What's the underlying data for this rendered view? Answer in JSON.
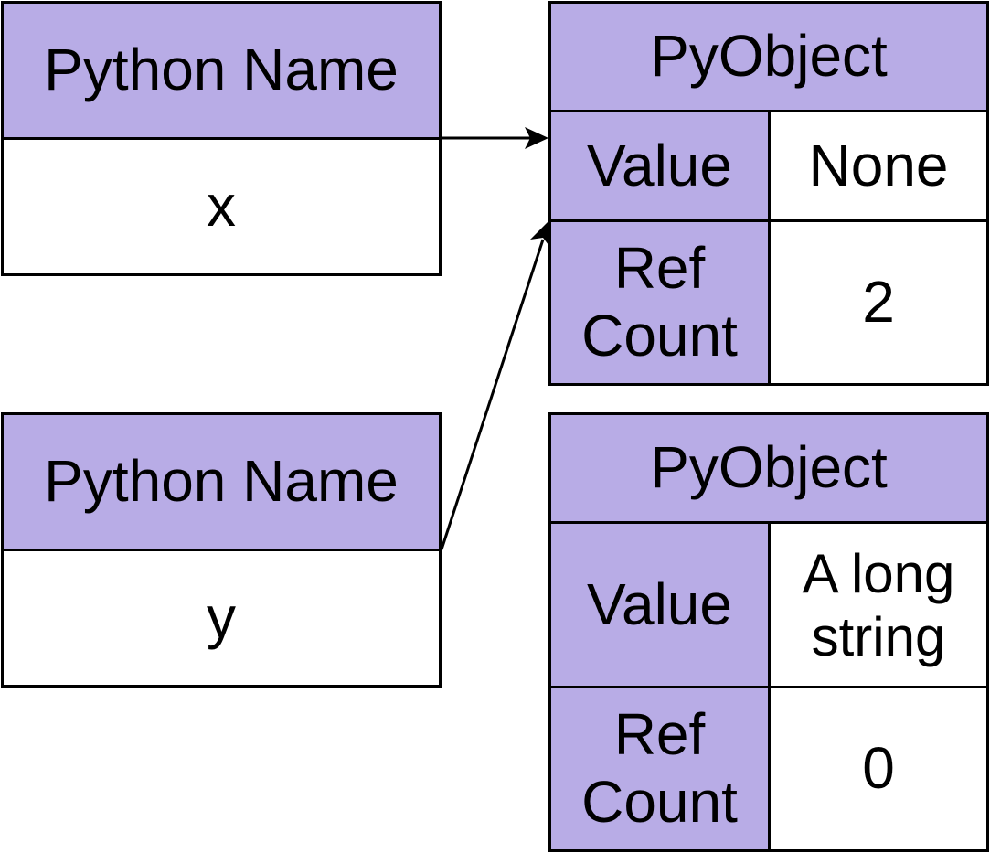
{
  "colors": {
    "header_fill": "#b8ace6",
    "cell_fill": "#ffffff",
    "stroke": "#000000"
  },
  "names": [
    {
      "header": "Python Name",
      "value": "x"
    },
    {
      "header": "Python Name",
      "value": "y"
    }
  ],
  "objects": [
    {
      "header": "PyObject",
      "value_label": "Value",
      "value": "None",
      "ref_label_1": "Ref",
      "ref_label_2": "Count",
      "ref_count": "2"
    },
    {
      "header": "PyObject",
      "value_label": "Value",
      "value_line_1": "A long",
      "value_line_2": "string",
      "ref_label_1": "Ref",
      "ref_label_2": "Count",
      "ref_count": "0"
    }
  ]
}
